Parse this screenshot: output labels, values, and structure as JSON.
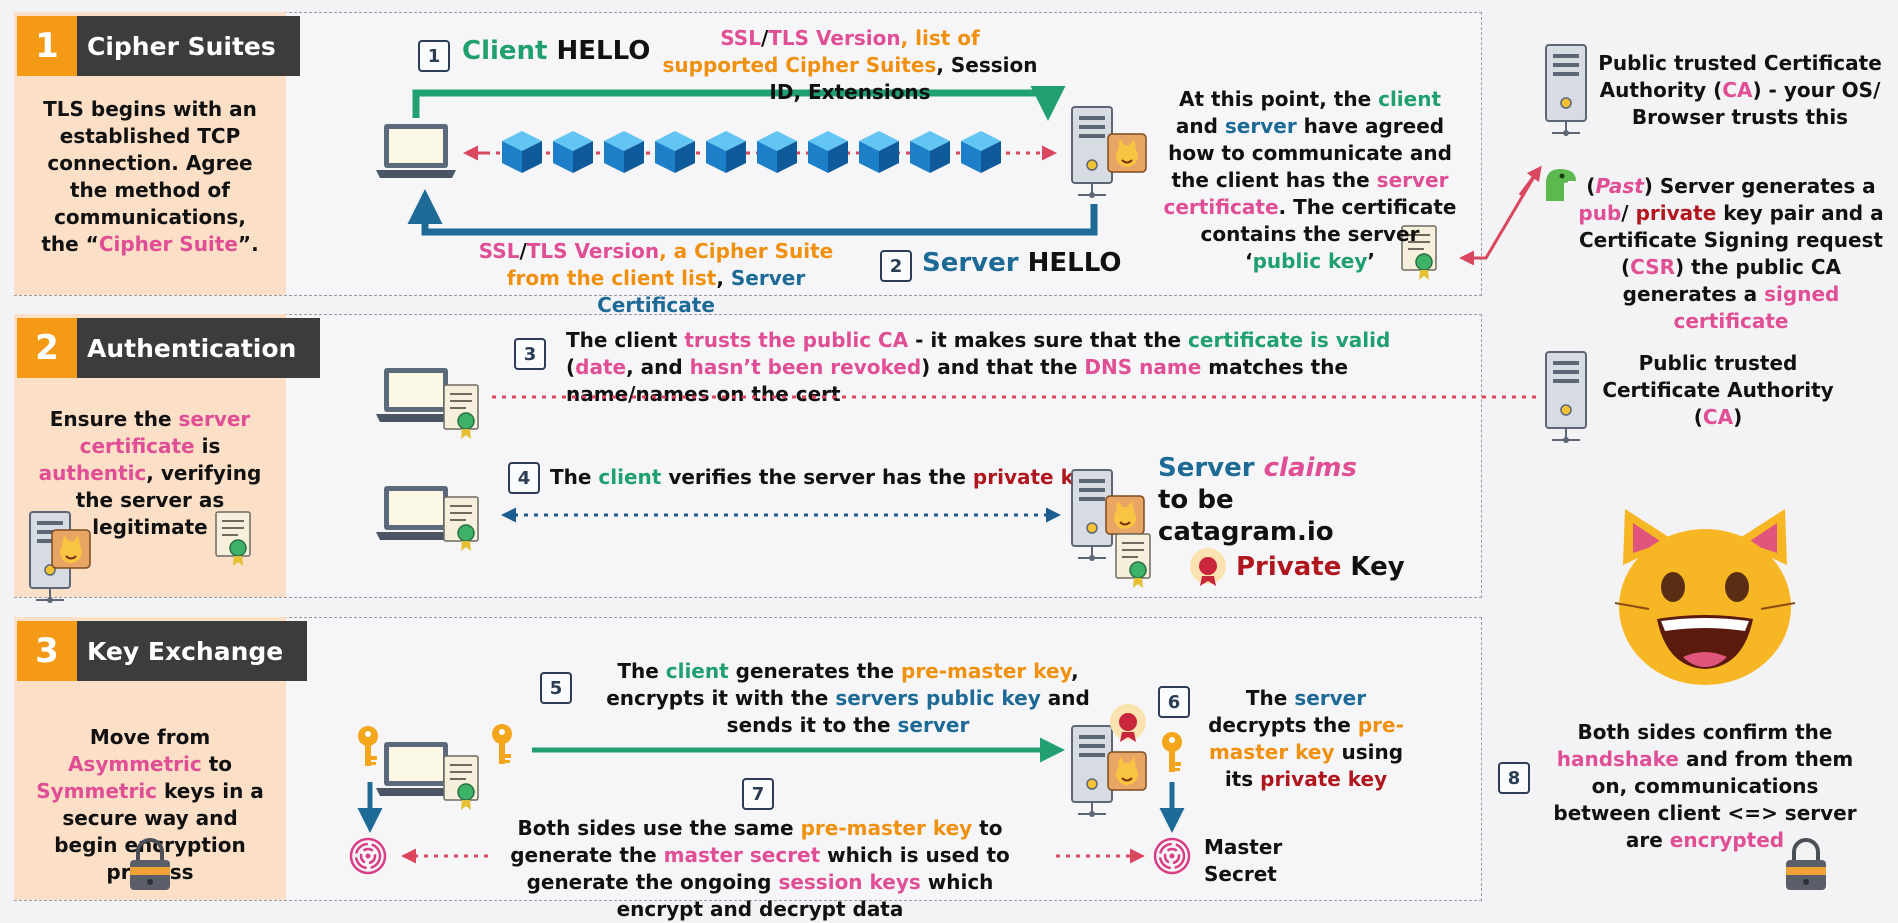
{
  "sections": [
    {
      "number": "1",
      "title": "Cipher Suites",
      "desc_a": "TLS begins with an established TCP connection. Agree the method of communications, the “",
      "desc_hl": "Cipher Suite",
      "desc_b": "”."
    },
    {
      "number": "2",
      "title": "Authentication",
      "desc": [
        "Ensure the ",
        "server certificate",
        " is ",
        "authentic",
        ", verifying the server as legitimate"
      ]
    },
    {
      "number": "3",
      "title": "Key Exchange",
      "desc": [
        "Move from ",
        "Asymmetric",
        " to ",
        "Symmetric",
        " keys in a secure way and begin encryption process"
      ]
    }
  ],
  "steps": [
    "1",
    "2",
    "3",
    "4",
    "5",
    "6",
    "7",
    "8"
  ],
  "client_hello": {
    "label_a": "Client",
    "label_b": " HELLO",
    "details": [
      "SSL",
      "/",
      "TLS Version",
      ", ",
      "list of supported Cipher Suites",
      ", Session ID, Extensions"
    ]
  },
  "server_hello": {
    "label_a": "Server",
    "label_b": " HELLO",
    "details": [
      "SSL",
      "/",
      "TLS Version",
      ", ",
      "a Cipher Suite from the client list",
      ", ",
      "Server Certificate"
    ]
  },
  "agreed_text": [
    "At this point, the ",
    "client",
    " and ",
    "server",
    " have agreed how to communicate and the client has the ",
    "server certificate",
    ". The certificate contains the server ‘",
    "public key",
    "’"
  ],
  "ca_top": [
    "Public trusted Certificate Authority (",
    "CA",
    ") - your OS/ Browser trusts this"
  ],
  "past_text": [
    "(",
    "Past",
    ") Server generates a ",
    "pub",
    "/ ",
    "private",
    " key pair and a Certificate Signing request (",
    "CSR",
    ") the public CA generates a ",
    "signed certificate"
  ],
  "step3_text": [
    "The client ",
    "trusts the public CA",
    " - it makes sure that the ",
    "certificate is valid",
    " (",
    "date",
    ", and ",
    "hasn’t been revoked",
    ") and that the ",
    "DNS name",
    " matches the name/names on the cert"
  ],
  "ca_mid": [
    "Public trusted Certificate Authority (",
    "CA",
    ")"
  ],
  "step4_text": [
    "The ",
    "client",
    " verifies the server has the ",
    "private key"
  ],
  "server_claims": [
    "Server ",
    "claims",
    " to be catagram.io"
  ],
  "private_key": [
    "Private",
    " Key"
  ],
  "step5_text": [
    "The ",
    "client",
    " generates the ",
    "pre-master key",
    ", encrypts it with the ",
    "servers public key",
    " and sends it to the ",
    "server"
  ],
  "step6_text": [
    "The ",
    "server",
    " decrypts the ",
    "pre-master key",
    " using its ",
    "private key"
  ],
  "step7_text": [
    "Both sides use the same ",
    "pre-master key",
    " to generate the ",
    "master secret",
    " which is used to generate the ongoing ",
    "session keys",
    " which encrypt and decrypt data"
  ],
  "master_secret": "Master Secret",
  "step8_text": [
    "Both sides confirm the ",
    "handshake",
    " and from them on, communications between client <=> server are ",
    "encrypted"
  ],
  "colors": {
    "pink": "#e04e95",
    "green": "#1fa06e",
    "orange": "#f0900f",
    "blue": "#1d6a96",
    "red": "#b0161e",
    "header": "#3c3c3c",
    "badge": "#f59a16",
    "side": "#fbdfc6"
  }
}
